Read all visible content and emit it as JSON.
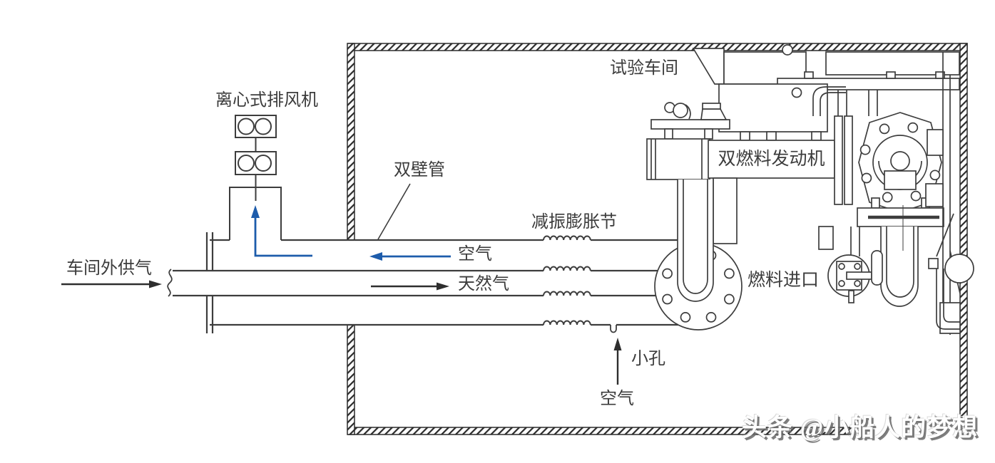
{
  "diagram": {
    "labels": {
      "exhaust_fan": "离心式排风机",
      "test_workshop": "试验车间",
      "double_wall_pipe": "双壁管",
      "expansion_joint": "减振膨胀节",
      "dual_fuel_engine": "双燃料发动机",
      "air_annulus": "空气",
      "natural_gas": "天然气",
      "external_gas_supply": "车间外供气",
      "fuel_inlet": "燃料进口",
      "small_hole": "小孔",
      "air_bottom": "空气"
    },
    "watermark": "头条 @小船人的梦想",
    "colors": {
      "air_flow_arrow": "#1d5cab",
      "line": "#3d3d3d",
      "wall": "#2b2b2b",
      "text": "#3c3c3c",
      "background": "#ffffff"
    }
  }
}
